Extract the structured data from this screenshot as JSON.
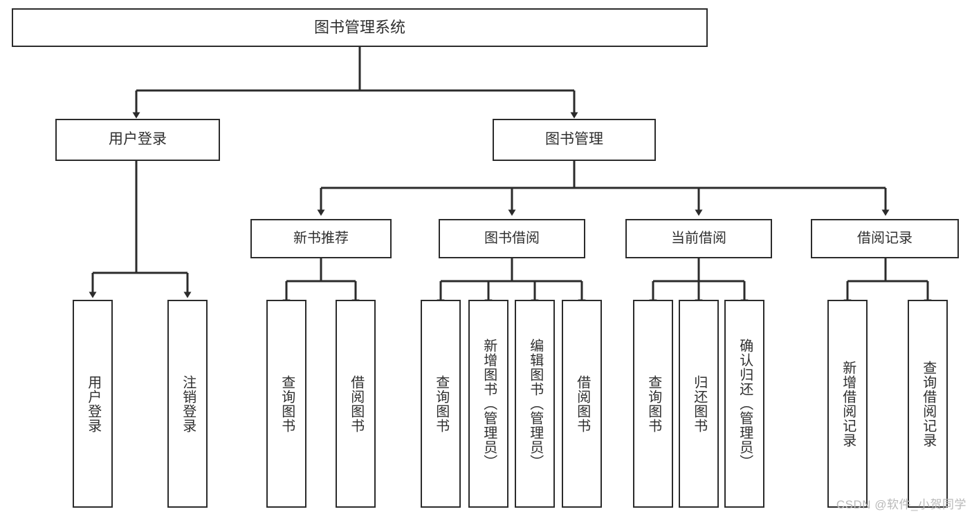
{
  "diagram": {
    "title": "图书管理系统",
    "type": "tree-hierarchy",
    "stroke_color": "#2b2b2b",
    "fill_color": "#ffffff",
    "text_color": "#2f2f2f",
    "root": {
      "label": "图书管理系统"
    },
    "level2": [
      {
        "label": "用户登录"
      },
      {
        "label": "图书管理"
      }
    ],
    "level3": [
      {
        "label": "新书推荐"
      },
      {
        "label": "图书借阅"
      },
      {
        "label": "当前借阅"
      },
      {
        "label": "借阅记录"
      }
    ],
    "leaves": {
      "user_login": [
        {
          "label": "用户登录"
        },
        {
          "label": "注销登录"
        }
      ],
      "new_book_recommend": [
        {
          "label": "查询图书"
        },
        {
          "label": "借阅图书"
        }
      ],
      "book_borrow": [
        {
          "label": "查询图书"
        },
        {
          "label": "新增图书（管理员）"
        },
        {
          "label": "编辑图书（管理员）"
        },
        {
          "label": "借阅图书"
        }
      ],
      "current_borrow": [
        {
          "label": "查询图书"
        },
        {
          "label": "归还图书"
        },
        {
          "label": "确认归还（管理员）"
        }
      ],
      "borrow_record": [
        {
          "label": "新增借阅记录"
        },
        {
          "label": "查询借阅记录"
        }
      ]
    }
  },
  "watermark": {
    "text": "CSDN @软件_小贺同学"
  }
}
